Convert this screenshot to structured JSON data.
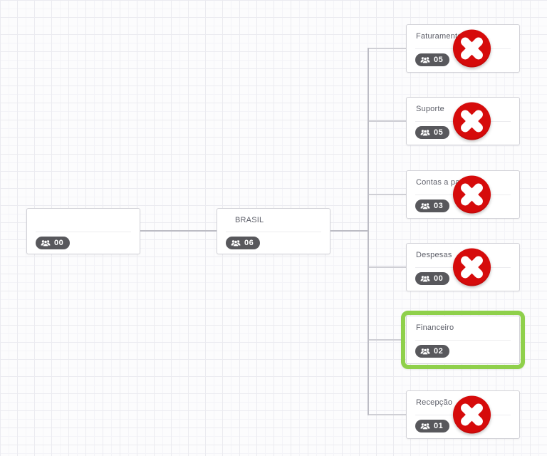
{
  "chart": {
    "type": "org-tree",
    "nodes": [
      {
        "id": "root",
        "title": "",
        "count": "00",
        "deletable": false,
        "selected": false
      },
      {
        "id": "brasil",
        "title": "BRASIL",
        "count": "06",
        "deletable": false,
        "selected": false
      },
      {
        "id": "faturamento",
        "title": "Faturamento",
        "count": "05",
        "deletable": true,
        "selected": false
      },
      {
        "id": "suporte",
        "title": "Suporte",
        "count": "05",
        "deletable": true,
        "selected": false
      },
      {
        "id": "contas",
        "title": "Contas a pagar",
        "count": "03",
        "deletable": true,
        "selected": false
      },
      {
        "id": "despesas",
        "title": "Despesas",
        "count": "00",
        "deletable": true,
        "selected": false
      },
      {
        "id": "financeiro",
        "title": "Financeiro",
        "count": "02",
        "deletable": false,
        "selected": true
      },
      {
        "id": "recepcao",
        "title": "Recepção",
        "count": "01",
        "deletable": true,
        "selected": false
      }
    ],
    "edges": [
      [
        "root",
        "brasil"
      ],
      [
        "brasil",
        "faturamento"
      ],
      [
        "brasil",
        "suporte"
      ],
      [
        "brasil",
        "contas"
      ],
      [
        "brasil",
        "despesas"
      ],
      [
        "brasil",
        "financeiro"
      ],
      [
        "brasil",
        "recepcao"
      ]
    ]
  },
  "icons": {
    "badge": "users-icon",
    "delete": "x-circle-icon"
  },
  "colors": {
    "delete_red": "#d60b0b",
    "selection_green": "#8fd04b",
    "badge_gray": "#58585c",
    "connector_gray": "#bcbcc4"
  }
}
